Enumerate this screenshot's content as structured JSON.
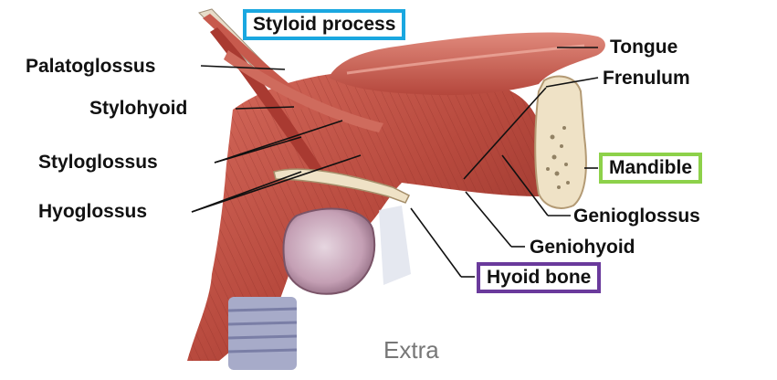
{
  "labels": {
    "styloid_process": "Styloid process",
    "tongue": "Tongue",
    "palatoglossus": "Palatoglossus",
    "frenulum": "Frenulum",
    "stylohyoid": "Stylohyoid",
    "styloglossus": "Styloglossus",
    "mandible": "Mandible",
    "hyoglossus": "Hyoglossus",
    "genioglossus": "Genioglossus",
    "geniohyoid": "Geniohyoid",
    "hyoid_bone": "Hyoid bone"
  },
  "caption": "Extra",
  "highlight_colors": {
    "styloid_process": "#1aa7e0",
    "mandible": "#8dd14a",
    "hyoid_bone": "#6a3a9c"
  },
  "anatomy_colors": {
    "muscle": "#b8473c",
    "muscle_light": "#d46a5c",
    "bone": "#efe2c6",
    "cartilage": "#c9a7b8",
    "trachea": "#9fa4c4"
  }
}
